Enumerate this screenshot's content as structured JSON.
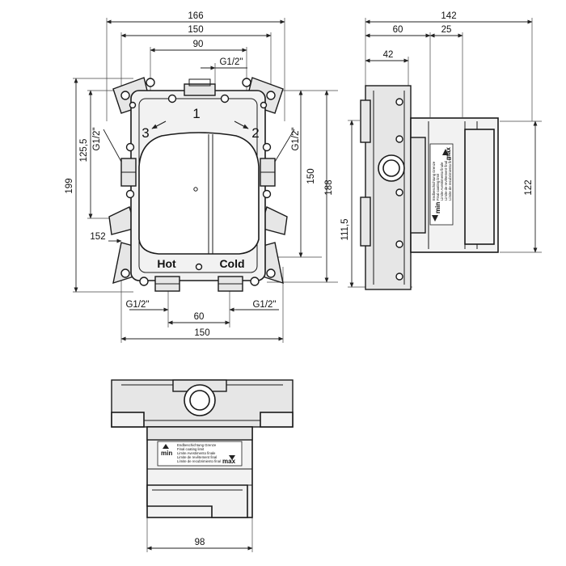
{
  "front_view": {
    "dims": {
      "width_outer": "166",
      "width_inner": "150",
      "width_ports": "90",
      "top_port": "G1/2\"",
      "height_total": "199",
      "height_left": "125,5",
      "left_port": "G1/2\"",
      "right_port": "G1/2\"",
      "height_right": "150",
      "height_far_right": "188",
      "side_depth": "152",
      "bottom_port_left": "G1/2\"",
      "bottom_port_right": "G1/2\"",
      "bottom_spacing": "60",
      "bottom_width": "150"
    },
    "labels": {
      "port_1": "1",
      "port_2": "2",
      "port_3": "3",
      "hot": "Hot",
      "cold": "Cold"
    }
  },
  "side_view": {
    "dims": {
      "total_depth": "142",
      "depth_60": "60",
      "depth_25": "25",
      "depth_42": "42",
      "height_122": "122",
      "height_111": "111,5"
    }
  },
  "bottom_view": {
    "dims": {
      "width_98": "98"
    }
  },
  "coating_label": {
    "min": "min",
    "max": "max",
    "line1": "Endbeschichtung Grenze",
    "line2": "Final coating limit",
    "line3": "Limite Avestimento finale",
    "line4": "Limite de revêtement final",
    "line5": "Límite de recubrimiento final"
  }
}
